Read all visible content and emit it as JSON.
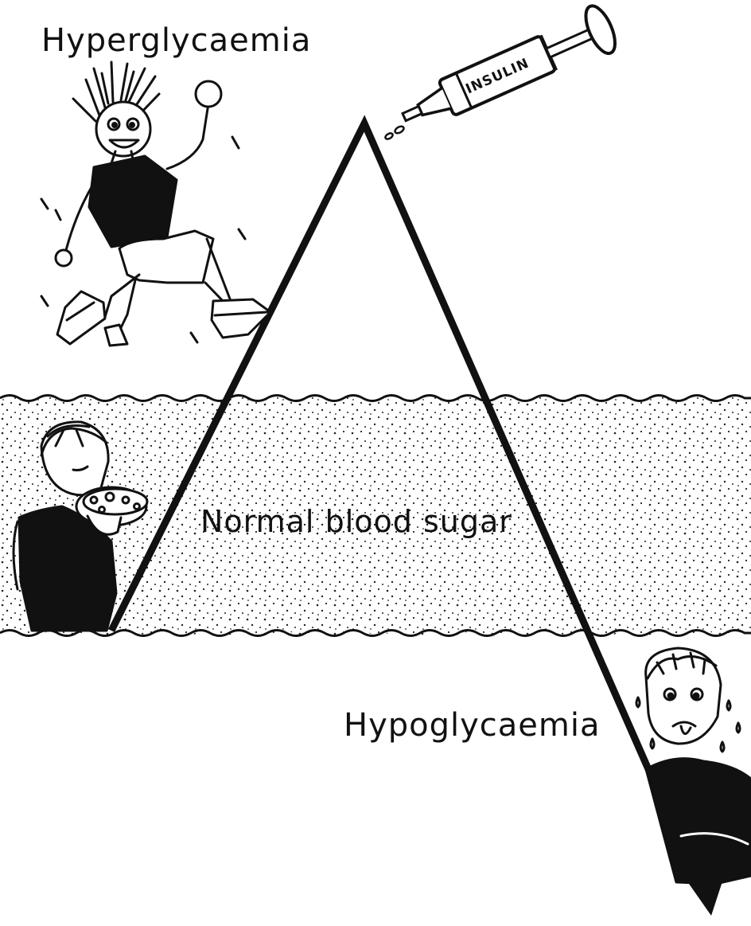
{
  "labels": {
    "hyperglycaemia": "Hyperglycaemia",
    "normal_blood_sugar": "Normal blood sugar",
    "hypoglycaemia": "Hypoglycaemia"
  },
  "syringe": {
    "label": "INSULIN"
  },
  "colors": {
    "ink": "#111111",
    "band_dots": "#222222",
    "background": "#ffffff"
  }
}
